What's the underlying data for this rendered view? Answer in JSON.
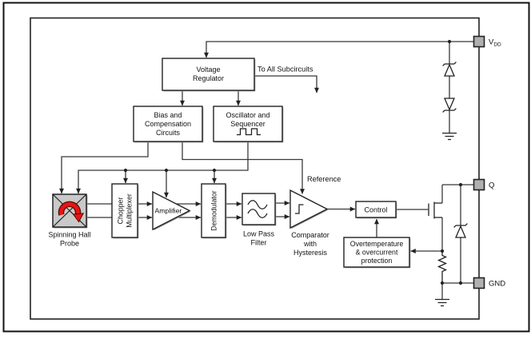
{
  "figure": {
    "type": "functional-block-diagram"
  },
  "blocks": {
    "voltage_regulator": {
      "lines": [
        "Voltage",
        "Regulator"
      ]
    },
    "bias": {
      "lines": [
        "Bias and",
        "Compensation",
        "Circuits"
      ]
    },
    "oscillator": {
      "lines": [
        "Oscillator and",
        "Sequencer"
      ],
      "icon": "square-wave-icon"
    },
    "hall_probe": {
      "lines": [
        "Spinning Hall",
        "Probe"
      ],
      "icon": "rotation-arrow-icon"
    },
    "chopper": {
      "lines": [
        "Chopper",
        "Multiplexer"
      ]
    },
    "amplifier": {
      "label": "Amplifier"
    },
    "demodulator": {
      "label": "Demodulator"
    },
    "low_pass_filter": {
      "lines": [
        "Low Pass",
        "Filter"
      ],
      "icon": "sine-waves-icon"
    },
    "comparator": {
      "lines": [
        "Comparator",
        "with",
        "Hysteresis"
      ],
      "icon": "hysteresis-icon"
    },
    "control": {
      "label": "Control"
    },
    "protection": {
      "lines": [
        "Overtemperature",
        "& overcurrent",
        "protection"
      ]
    }
  },
  "wires": {
    "to_all_subcircuits": "To All Subcircuits",
    "reference": "Reference"
  },
  "pins": {
    "vdd": {
      "main": "V",
      "sub": "DD"
    },
    "q": "Q",
    "gnd": "GND"
  },
  "colors": {
    "wire": "#383838",
    "rotation_arrow": "#e8140f",
    "rotation_arrow_outline": "#4a0c0a",
    "pad_fill": "#b0b0b0",
    "probe_fill": "#c9c9c9"
  }
}
